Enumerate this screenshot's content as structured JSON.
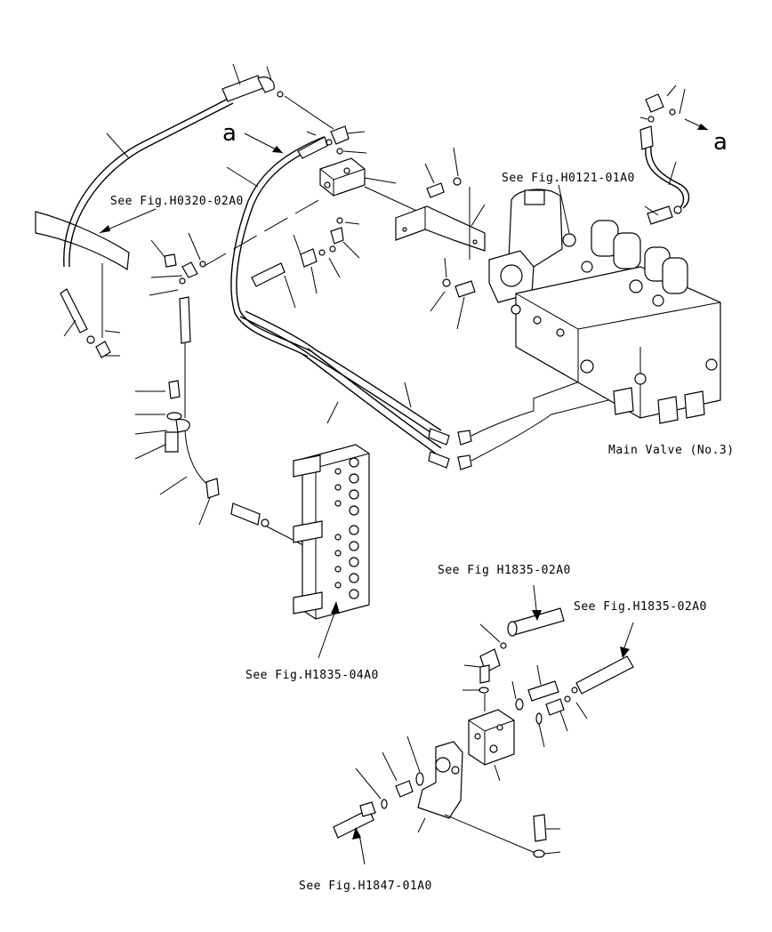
{
  "refs": {
    "h0320": "See Fig.H0320-02A0",
    "h0121": "See Fig.H0121-01A0",
    "h1835_a": "See Fig H1835-02A0",
    "h1835_b": "See Fig.H1835-02A0",
    "h1835_04": "See Fig.H1835-04A0",
    "h1847": "See Fig.H1847-01A0"
  },
  "labels": {
    "main_valve": "Main Valve (No.3)",
    "conn_a_left": "a",
    "conn_a_right": "a"
  }
}
